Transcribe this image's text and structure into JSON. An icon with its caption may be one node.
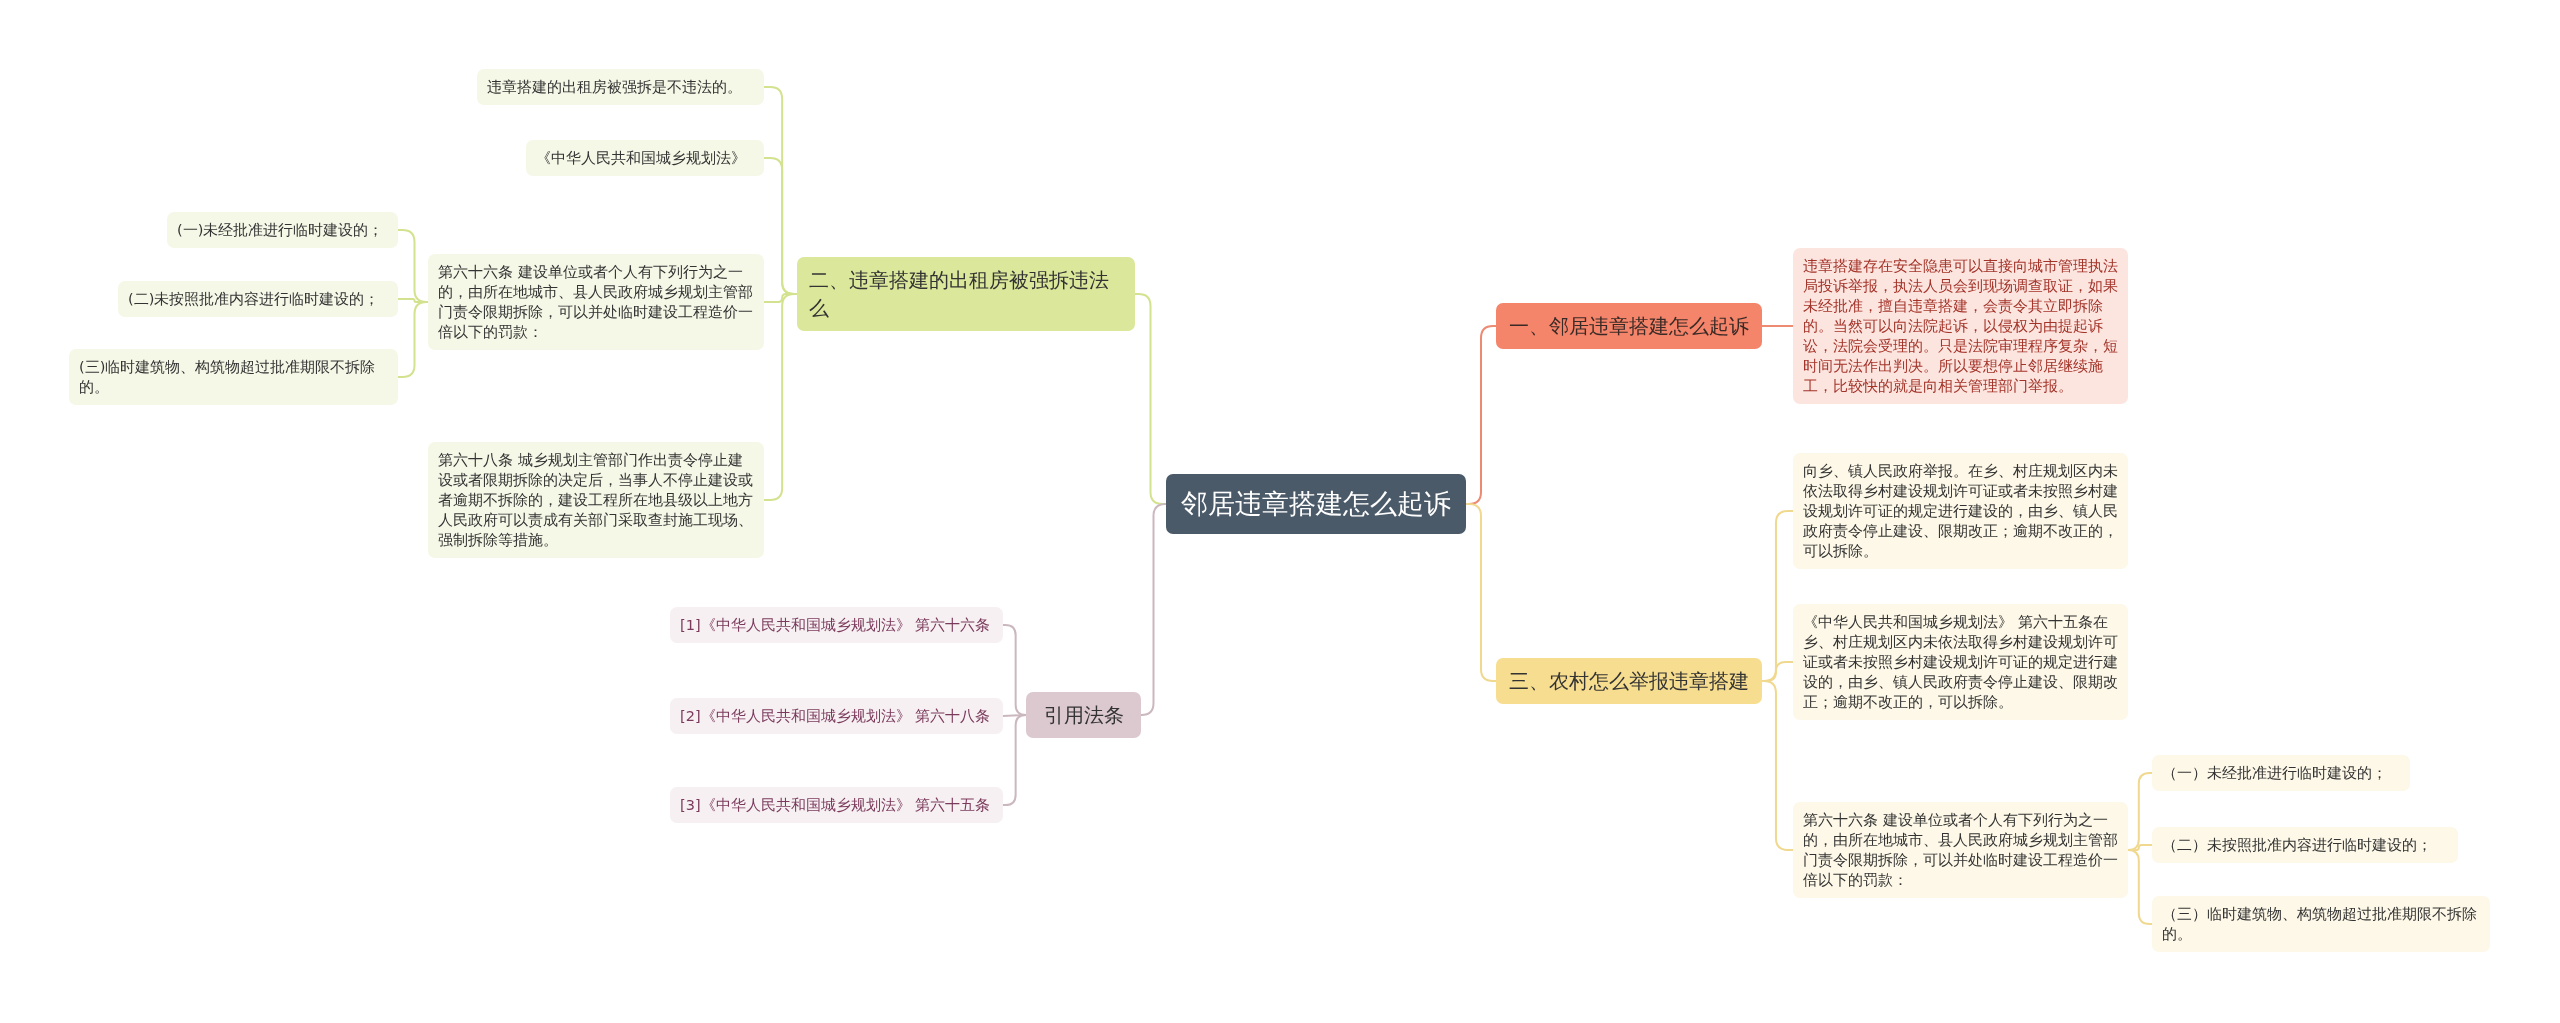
{
  "diagram": {
    "nodes": [
      {
        "text": [
          "邻居违章搭建怎么起诉"
        ]
      },
      {
        "text": [
          "二、违章搭建的出租房被强拆违法么"
        ]
      },
      {
        "text": [
          "违章搭建的出租房被强拆是不违法的。"
        ]
      },
      {
        "text": [
          "《中华人民共和国城乡规划法》"
        ]
      },
      {
        "text": [
          "第六十六条 建设单位或者个人有下列行为之一的，由所在地城市、县人民政府城乡规划主管部门责令限期拆除，可以并处临时建设工程造价一倍以下的罚款："
        ]
      },
      {
        "text": [
          "(一)未经批准进行临时建设的；"
        ]
      },
      {
        "text": [
          "(二)未按照批准内容进行临时建设的；"
        ]
      },
      {
        "text": [
          "(三)临时建筑物、构筑物超过批准期限不拆除的。"
        ]
      },
      {
        "text": [
          "第六十八条 城乡规划主管部门作出责令停止建设或者限期拆除的决定后，当事人不停止建设或者逾期不拆除的，建设工程所在地县级以上地方人民政府可以责成有关部门采取查封施工现场、强制拆除等措施。"
        ]
      },
      {
        "text": [
          "引用法条"
        ]
      },
      {
        "text": [
          "[1]《中华人民共和国城乡规划法》 第六十六条"
        ]
      },
      {
        "text": [
          "[2]《中华人民共和国城乡规划法》 第六十八条"
        ]
      },
      {
        "text": [
          "[3]《中华人民共和国城乡规划法》 第六十五条"
        ]
      },
      {
        "text": [
          "一、邻居违章搭建怎么起诉"
        ]
      },
      {
        "text": [
          "违章搭建存在安全隐患可以直接向城市管理执法局投诉举报，执法人员会到现场调查取证，如果未经批准，擅自违章搭建，会责令其立即拆除的。当然可以向法院起诉，以侵权为由提起诉讼，法院会受理的。只是法院审理程序复杂，短时间无法作出判决。所以要想停止邻居继续施工，比较快的就是向相关管理部门举报。"
        ]
      },
      {
        "text": [
          "三、农村怎么举报违章搭建"
        ]
      },
      {
        "text": [
          "向乡、镇人民政府举报。在乡、村庄规划区内未依法取得乡村建设规划许可证或者未按照乡村建设规划许可证的规定进行建设的，由乡、镇人民政府责令停止建设、限期改正；逾期不改正的，可以拆除。"
        ]
      },
      {
        "text": [
          "《中华人民共和国城乡规划法》 第六十五条在乡、村庄规划区内未依法取得乡村建设规划许可证或者未按照乡村建设规划许可证的规定进行建设的，由乡、镇人民政府责令停止建设、限期改正；逾期不改正的，可以拆除。"
        ]
      },
      {
        "text": [
          "第六十六条 建设单位或者个人有下列行为之一的，由所在地城市、县人民政府城乡规划主管部门责令限期拆除，可以并处临时建设工程造价一倍以下的罚款："
        ]
      },
      {
        "text": [
          "（一）未经批准进行临时建设的；"
        ]
      },
      {
        "text": [
          "（二）未按照批准内容进行临时建设的；"
        ]
      },
      {
        "text": [
          "（三）临时建筑物、构筑物超过批准期限不拆除的。"
        ]
      }
    ],
    "edges": [
      {
        "from": 0,
        "to": 1,
        "arrow": "none",
        "color": "#d3e28f"
      },
      {
        "from": 1,
        "to": 2,
        "arrow": "none",
        "color": "#d3e28f"
      },
      {
        "from": 1,
        "to": 3,
        "arrow": "none",
        "color": "#d3e28f"
      },
      {
        "from": 1,
        "to": 4,
        "arrow": "none",
        "color": "#d3e28f"
      },
      {
        "from": 1,
        "to": 8,
        "arrow": "none",
        "color": "#d3e28f"
      },
      {
        "from": 4,
        "to": 5,
        "arrow": "none",
        "color": "#d3e28f"
      },
      {
        "from": 4,
        "to": 6,
        "arrow": "none",
        "color": "#d3e28f"
      },
      {
        "from": 4,
        "to": 7,
        "arrow": "none",
        "color": "#d3e28f"
      },
      {
        "from": 0,
        "to": 9,
        "arrow": "none",
        "color": "#cbb8bf"
      },
      {
        "from": 9,
        "to": 10,
        "arrow": "none",
        "color": "#cbb8bf"
      },
      {
        "from": 9,
        "to": 11,
        "arrow": "none",
        "color": "#cbb8bf"
      },
      {
        "from": 9,
        "to": 12,
        "arrow": "none",
        "color": "#cbb8bf"
      },
      {
        "from": 0,
        "to": 13,
        "arrow": "none",
        "color": "#ec8a72"
      },
      {
        "from": 13,
        "to": 14,
        "arrow": "none",
        "color": "#ec8a72"
      },
      {
        "from": 0,
        "to": 15,
        "arrow": "none",
        "color": "#f0d88e"
      },
      {
        "from": 15,
        "to": 16,
        "arrow": "none",
        "color": "#f0d88e"
      },
      {
        "from": 15,
        "to": 17,
        "arrow": "none",
        "color": "#f0d88e"
      },
      {
        "from": 15,
        "to": 18,
        "arrow": "none",
        "color": "#f0d88e"
      },
      {
        "from": 18,
        "to": 19,
        "arrow": "none",
        "color": "#f0d88e"
      },
      {
        "from": 18,
        "to": 20,
        "arrow": "none",
        "color": "#f0d88e"
      },
      {
        "from": 18,
        "to": 21,
        "arrow": "none",
        "color": "#f0d88e"
      }
    ]
  }
}
